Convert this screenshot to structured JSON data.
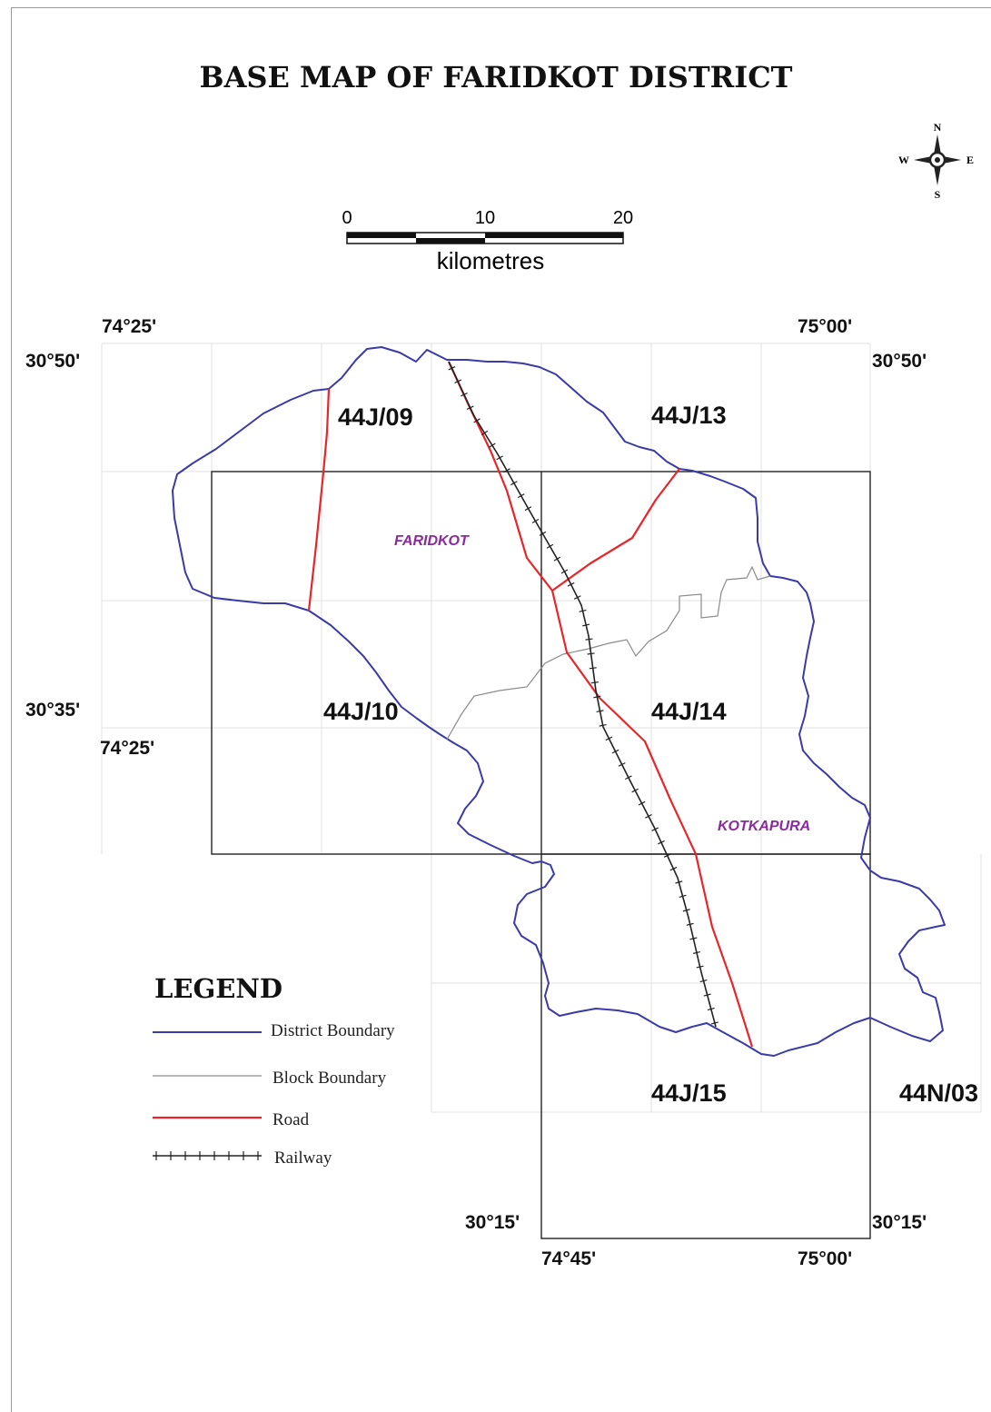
{
  "title": "BASE MAP OF FARIDKOT DISTRICT",
  "north_arrow": {
    "n": "N",
    "s": "S",
    "e": "E",
    "w": "W"
  },
  "scale_bar": {
    "tick_0": "0",
    "tick_1": "10",
    "tick_2": "20",
    "unit": "kilometres"
  },
  "coordinates": {
    "lon_top_left": "74°25'",
    "lon_top_right": "75°00'",
    "lat_top_left": "30°50'",
    "lat_top_right": "30°50'",
    "lat_mid_left": "30°35'",
    "lon_mid_left": "74°25'",
    "lat_bottom_left": "30°15'",
    "lat_bottom_right": "30°15'",
    "lon_bottom_left": "74°45'",
    "lon_bottom_right": "75°00'"
  },
  "sheets": {
    "s09": "44J/09",
    "s13": "44J/13",
    "s10": "44J/10",
    "s14": "44J/14",
    "s15": "44J/15",
    "n03": "44N/03"
  },
  "places": {
    "faridkot": "FARIDKOT",
    "kotkapura": "KOTKAPURA"
  },
  "legend": {
    "heading": "LEGEND",
    "items": [
      {
        "label": "District Boundary",
        "color": "#3a3aa8"
      },
      {
        "label": "Block Boundary",
        "color": "#8a8a8a"
      },
      {
        "label": "Road",
        "color": "#e8262a"
      },
      {
        "label": "Railway",
        "color": "#222222"
      }
    ]
  },
  "colors": {
    "district": "#3a3aa8",
    "block": "#8a8a8a",
    "road": "#e8262a",
    "railway": "#222222",
    "place_label": "#8b2a9e"
  }
}
